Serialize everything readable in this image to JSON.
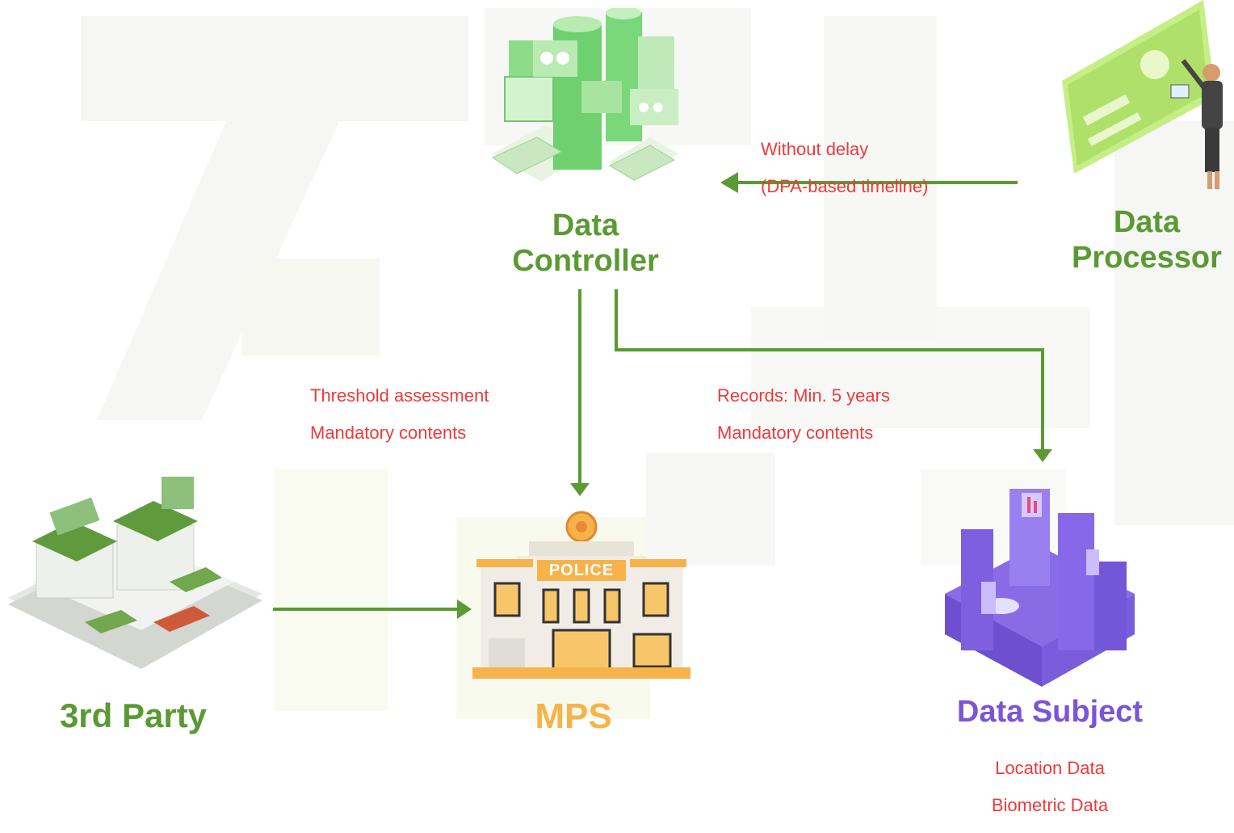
{
  "colors": {
    "green": "#5a9a32",
    "purple": "#7a55d8",
    "orange": "#f7b34a",
    "annotation_red": "#ee3a3a"
  },
  "nodes": {
    "data_controller": {
      "line1": "Data",
      "line2": "Controller"
    },
    "data_processor": {
      "line1": "Data",
      "line2": "Processor"
    },
    "third_party": {
      "label": "3rd Party"
    },
    "mps": {
      "label": "MPS",
      "sign": "POLICE"
    },
    "data_subject": {
      "label": "Data Subject",
      "detail_1": "Location Data",
      "detail_2": "Biometric Data"
    }
  },
  "edges": {
    "processor_to_controller": {
      "line1": "Without delay",
      "line2": "(DPA-based timeline)"
    },
    "controller_to_mps": {
      "line1": "Threshold assessment",
      "line2": "Mandatory contents"
    },
    "controller_to_subject": {
      "line1": "Records: Min. 5 years",
      "line2": "Mandatory contents"
    }
  },
  "icons": {
    "controller": "data-center-icon",
    "processor": "analyst-dashboard-icon",
    "third_party": "government-building-icon",
    "mps": "police-station-icon",
    "subject": "smart-city-icon"
  }
}
